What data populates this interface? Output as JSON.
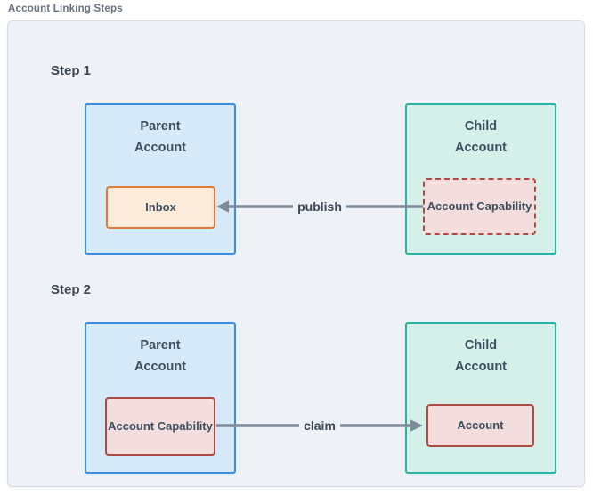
{
  "title": "Account Linking Steps",
  "colors": {
    "title-text": "#68737f",
    "container-bg": "#eef2f6",
    "container-border": "#d5dce3",
    "heading-text": "#3b4754",
    "box-text": "#3d4e60",
    "parent-bg": "#d6e9f8",
    "parent-border": "#3e8ddd",
    "child-bg": "#d5efe9",
    "child-border": "#28b2a2",
    "inbox-bg": "#fceada",
    "inbox-border": "#e07b39",
    "capability-bg": "#f3dedd",
    "capability-border": "#ab4b45",
    "arrow": "#7e8b99"
  },
  "steps": [
    {
      "label": "Step 1",
      "parent": {
        "title": "Parent Account",
        "inner": "Inbox"
      },
      "child": {
        "title": "Child Account",
        "inner": "Account Capability"
      },
      "arrow": {
        "label": "publish",
        "direction": "left"
      }
    },
    {
      "label": "Step 2",
      "parent": {
        "title": "Parent Account",
        "inner": "Account Capability"
      },
      "child": {
        "title": "Child Account",
        "inner": "Account"
      },
      "arrow": {
        "label": "claim",
        "direction": "right"
      }
    }
  ]
}
